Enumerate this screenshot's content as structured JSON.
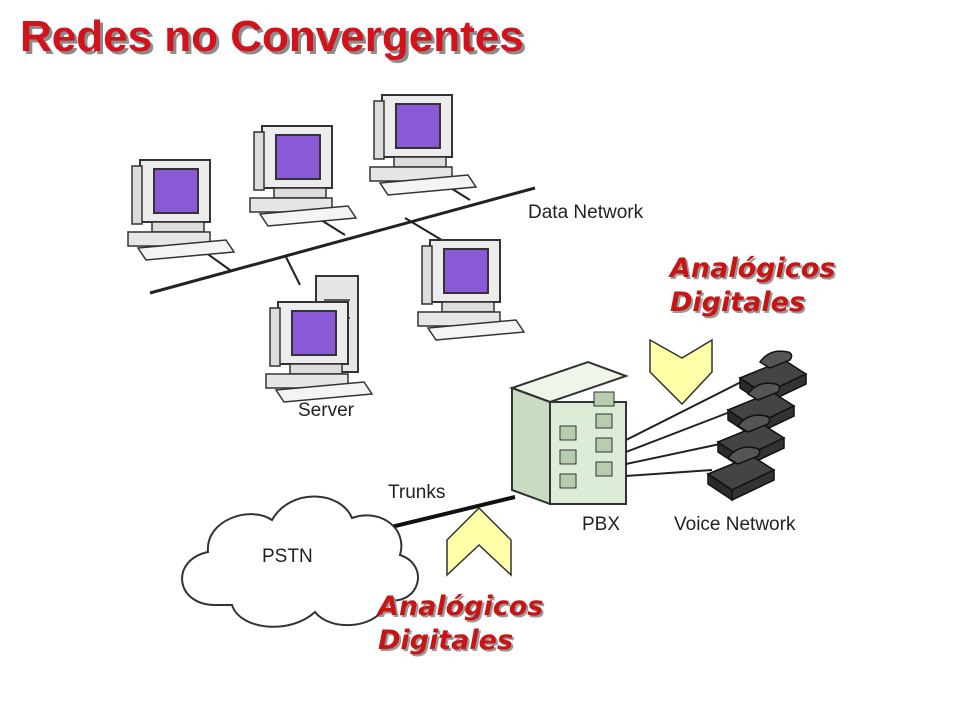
{
  "title": "Redes no Convergentes",
  "diagram": {
    "data_network_label": "Data Network",
    "server_label": "Server",
    "trunks_label": "Trunks",
    "pstn_label": "PSTN",
    "pbx_label": "PBX",
    "voice_network_label": "Voice Network"
  },
  "callouts": {
    "top": {
      "line1": "Analógicos",
      "line2": "Digitales"
    },
    "bottom": {
      "line1": "Analógicos",
      "line2": "Digitales"
    }
  },
  "colors": {
    "title": "#d4121b",
    "callout_text": "#c81414",
    "arrow_fill": "#ffffa8",
    "screen": "#8a5ad6",
    "pbx": "#dcecd6"
  }
}
